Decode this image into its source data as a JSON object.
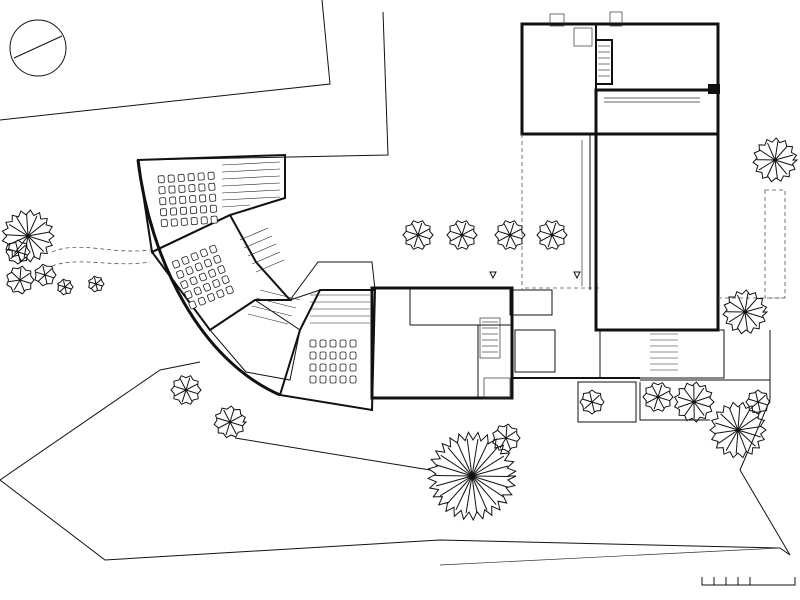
{
  "plan": {
    "north_arrow": "north-arrow-icon",
    "scale_bar": "scale-bar-icon",
    "trees": [
      {
        "name": "tree-west-large"
      },
      {
        "name": "tree-west-small-1"
      },
      {
        "name": "tree-west-small-2"
      },
      {
        "name": "tree-west-small-3"
      },
      {
        "name": "tree-west-small-4"
      },
      {
        "name": "tree-west-small-5"
      },
      {
        "name": "tree-south-1"
      },
      {
        "name": "tree-south-2"
      },
      {
        "name": "tree-courtyard-1"
      },
      {
        "name": "tree-courtyard-2"
      },
      {
        "name": "tree-courtyard-3"
      },
      {
        "name": "tree-courtyard-4"
      },
      {
        "name": "tree-central-large"
      },
      {
        "name": "tree-central-small"
      },
      {
        "name": "tree-east-1"
      },
      {
        "name": "tree-east-2"
      },
      {
        "name": "tree-east-3"
      },
      {
        "name": "tree-east-4"
      },
      {
        "name": "tree-east-5"
      },
      {
        "name": "tree-east-large"
      },
      {
        "name": "tree-east-top"
      }
    ]
  }
}
